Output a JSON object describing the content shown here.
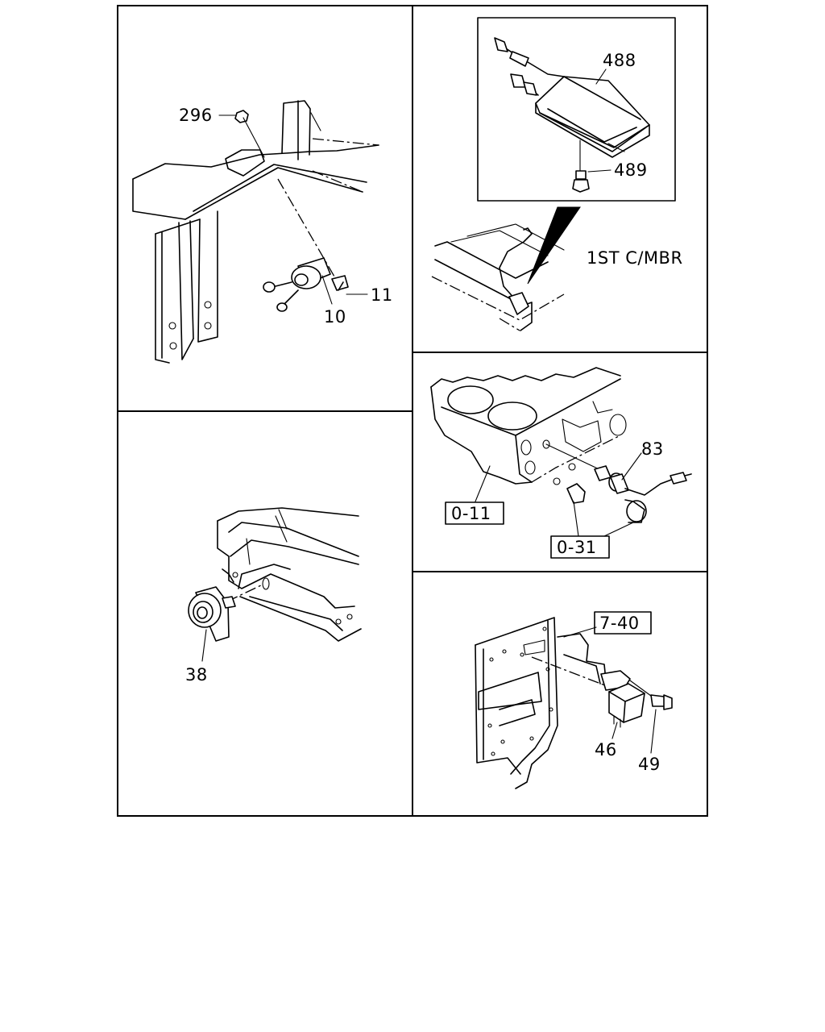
{
  "panels": {
    "top_left": {
      "callouts": [
        "296",
        "11",
        "10"
      ]
    },
    "top_right": {
      "callouts": [
        "488",
        "489"
      ],
      "location_note": "1ST C/MBR"
    },
    "mid_left": {
      "callouts": [
        "38"
      ]
    },
    "mid_right": {
      "callouts": [
        "83"
      ],
      "references": [
        "0-11",
        "0-31"
      ]
    },
    "bottom_right": {
      "callouts": [
        "46",
        "49"
      ],
      "references": [
        "7-40"
      ]
    }
  }
}
